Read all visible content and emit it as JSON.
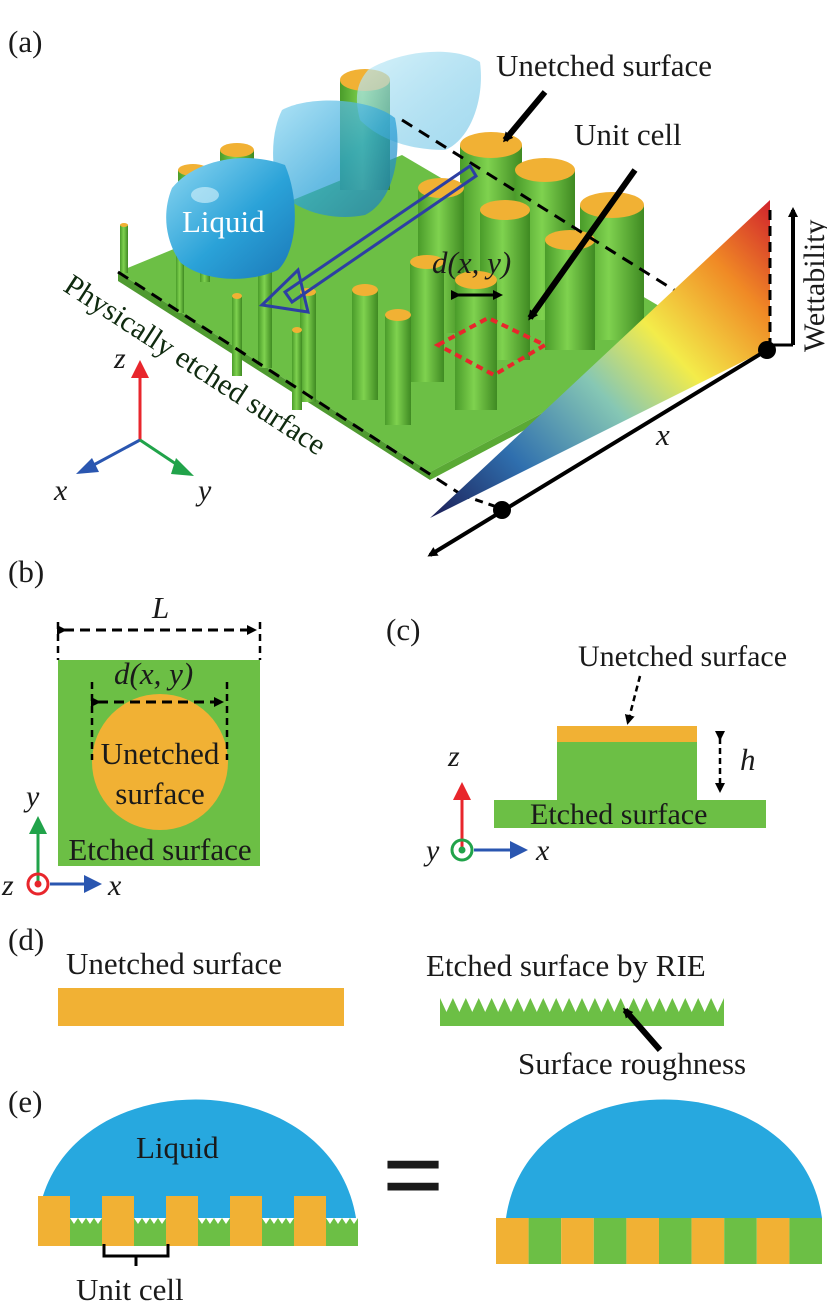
{
  "panels": {
    "a": "(a)",
    "b": "(b)",
    "c": "(c)",
    "d": "(d)",
    "e": "(e)"
  },
  "panel_a": {
    "unetched_surface": "Unetched surface",
    "unit_cell": "Unit cell",
    "liquid": "Liquid",
    "d_xy": "d(x, y)",
    "physically_etched_surface": "Physically etched surface",
    "wettability": "Wettability",
    "x_axis": "x",
    "axes": {
      "z": "z",
      "x": "x",
      "y": "y"
    }
  },
  "panel_b": {
    "L": "L",
    "d_xy": "d(x, y)",
    "unetched_line1": "Unetched",
    "unetched_line2": "surface",
    "etched_surface": "Etched surface",
    "axes": {
      "y": "y",
      "z": "z",
      "x": "x"
    }
  },
  "panel_c": {
    "unetched_surface": "Unetched surface",
    "h": "h",
    "etched_surface": "Etched surface",
    "axes": {
      "z": "z",
      "y": "y",
      "x": "x"
    }
  },
  "panel_d": {
    "unetched_surface": "Unetched surface",
    "etched_by_rie": "Etched surface by RIE",
    "surface_roughness": "Surface roughness"
  },
  "panel_e": {
    "liquid": "Liquid",
    "equals": "=",
    "unit_cell": "Unit cell"
  },
  "colors": {
    "etched_green": "#6cbf45",
    "unetched_orange": "#f1b134",
    "liquid_blue": "#27a8df",
    "axis_red": "#e8262c",
    "axis_green": "#21a34a",
    "axis_blue": "#2a56b0",
    "unit_cell_red": "#e8262c"
  }
}
